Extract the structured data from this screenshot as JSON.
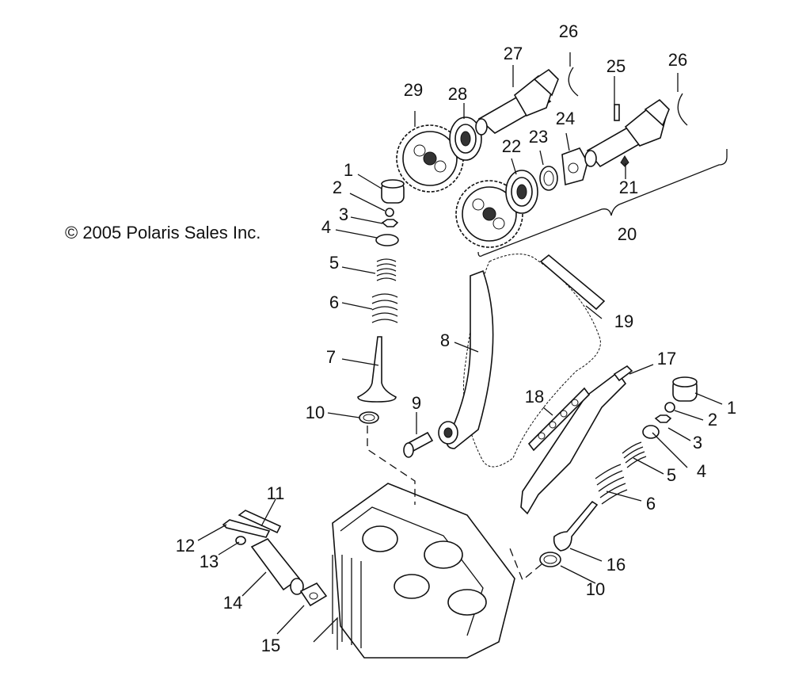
{
  "copyright": "© 2005 Polaris Sales Inc.",
  "callouts": {
    "c1a": "1",
    "c2a": "2",
    "c3a": "3",
    "c4a": "4",
    "c5a": "5",
    "c6a": "6",
    "c7": "7",
    "c8": "8",
    "c9": "9",
    "c10a": "10",
    "c11": "11",
    "c12": "12",
    "c13": "13",
    "c14": "14",
    "c15": "15",
    "c16": "16",
    "c17": "17",
    "c18": "18",
    "c19": "19",
    "c20": "20",
    "c21": "21",
    "c22": "22",
    "c23": "23",
    "c24": "24",
    "c25": "25",
    "c26a": "26",
    "c26b": "26",
    "c27": "27",
    "c28": "28",
    "c29": "29",
    "c1b": "1",
    "c2b": "2",
    "c3b": "3",
    "c4b": "4",
    "c5b": "5",
    "c6b": "6",
    "c10b": "10"
  }
}
